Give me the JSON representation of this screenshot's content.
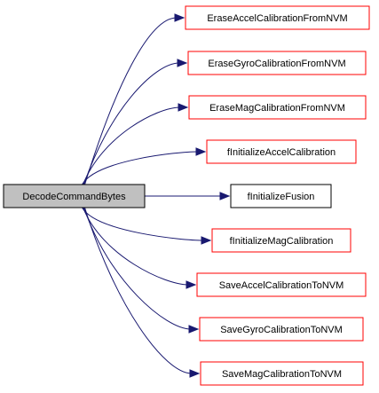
{
  "graph": {
    "source": {
      "label": "DecodeCommandBytes",
      "fill": "#c0c0c0",
      "border": "#000000"
    },
    "edge_color": "#191970",
    "targets": [
      {
        "label": "EraseAccelCalibrationFromNVM",
        "border": "#ff0000"
      },
      {
        "label": "EraseGyroCalibrationFromNVM",
        "border": "#ff0000"
      },
      {
        "label": "EraseMagCalibrationFromNVM",
        "border": "#ff0000"
      },
      {
        "label": "fInitializeAccelCalibration",
        "border": "#ff0000"
      },
      {
        "label": "fInitializeFusion",
        "border": "#000000"
      },
      {
        "label": "fInitializeMagCalibration",
        "border": "#ff0000"
      },
      {
        "label": "SaveAccelCalibrationToNVM",
        "border": "#ff0000"
      },
      {
        "label": "SaveGyroCalibrationToNVM",
        "border": "#ff0000"
      },
      {
        "label": "SaveMagCalibrationToNVM",
        "border": "#ff0000"
      }
    ]
  }
}
